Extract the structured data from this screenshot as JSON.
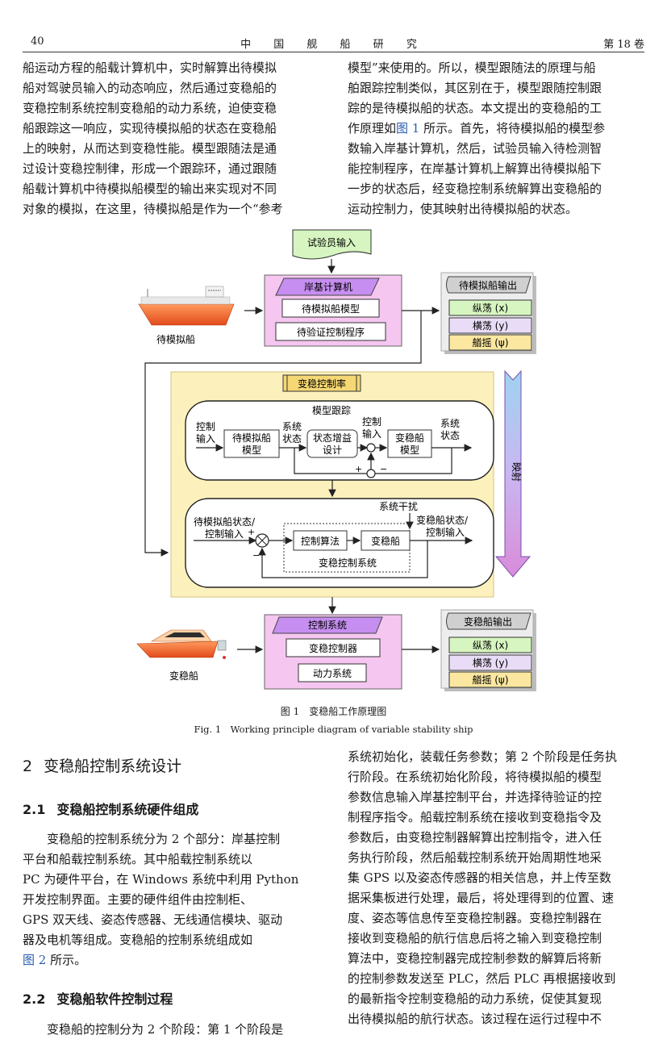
{
  "header": {
    "page": "40",
    "journal": "中 国 舰 船 研 究",
    "volume": "第 18 卷"
  },
  "top_left": [
    "船运动方程的船载计算机中，实时解算出待模拟",
    "船对驾驶员输入的动态响应，然后通过变稳船的",
    "变稳控制系统控制变稳船的动力系统，迫使变稳",
    "船跟踪这一响应，实现待模拟船的状态在变稳船",
    "上的映射，从而达到变稳性能。模型跟随法是通",
    "过设计变稳控制律，形成一个跟踪环，通过跟随",
    "船载计算机中待模拟船模型的输出来实现对不同",
    "对象的模拟，在这里，待模拟船是作为一个“参考"
  ],
  "top_right": {
    "l1": "模型”来使用的。所以，模型跟随法的原理与船",
    "l2": "舶跟踪控制类似，其区别在于，模型跟随控制跟",
    "l3": "踪的是待模拟船的状态。本文提出的变稳船的工",
    "l4a": "作原理如",
    "l4ref": "图 1",
    "l4b": " 所示。首先，将待模拟船的模型参",
    "l5": "数输入岸基计算机，然后，试验员输入待检测智",
    "l6": "能控制程序，在岸基计算机上解算出待模拟船下",
    "l7": "一步的状态后，经变稳控制系统解算出变稳船的",
    "l8": "运动控制力，使其映射出待模拟船的状态。"
  },
  "figure": {
    "tester_input": "试验员输入",
    "shore_computer": "岸基计算机",
    "sim_ship_model": "待模拟船模型",
    "test_program": "待验证控制程序",
    "sim_ship_label": "待模拟船",
    "sim_output_title": "待模拟船输出",
    "surge": "纵荡 (x)",
    "sway": "横荡 (y)",
    "yaw": "艏摇 (ψ)",
    "control_law": "变稳控制率",
    "model_tracking": "模型跟踪",
    "control_input_1": "控制",
    "control_input_2": "输入",
    "ms_model_1": "待模拟船",
    "ms_model_2": "模型",
    "sys_state_1": "系统",
    "sys_state_2": "状态",
    "gain_design_1": "状态增益",
    "gain_design_2": "设计",
    "ctrl_in_1": "控制",
    "ctrl_in_2": "输入",
    "vs_model_1": "变稳船",
    "vs_model_2": "模型",
    "out_state_1": "系统",
    "out_state_2": "状态",
    "plus": "+",
    "minus": "−",
    "disturbance": "系统干扰",
    "in_label_1": "待模拟船状态/",
    "in_label_2": "控制输入",
    "ctrl_algo": "控制算法",
    "vs_ship_box": "变稳船",
    "vs_out_1": "变稳船状态/",
    "vs_out_2": "控制输入",
    "vs_ctrl_sys": "变稳控制系统",
    "mapping": "映射",
    "ctrl_system": "控制系统",
    "vs_controller": "变稳控制器",
    "power_system": "动力系统",
    "vs_ship_label": "变稳船",
    "vs_output_title": "变稳船输出"
  },
  "caption_cn": "图 1　变稳船工作原理图",
  "caption_en": "Fig. 1　Working principle diagram of variable stability ship",
  "sec2": {
    "num": "2",
    "title": "变稳船控制系统设计"
  },
  "sec21": {
    "num": "2.1",
    "title": "变稳船控制系统硬件组成"
  },
  "sec22": {
    "num": "2.2",
    "title": "变稳船软件控制过程"
  },
  "para21": {
    "l1": "变稳船的控制系统分为 2 个部分：岸基控制",
    "l2": "平台和船载控制系统。其中船载控制系统以",
    "l3": "PC 为硬件平台，在 Windows 系统中利用 Python",
    "l4": "开发控制界面。主要的硬件组件由控制柜、",
    "l5": "GPS 双天线、姿态传感器、无线通信模块、驱动",
    "l6": "器及电机等组成。变稳船的控制系统组成如",
    "l7ref": "图 2",
    "l7b": " 所示。"
  },
  "para22": {
    "l1": "变稳船的控制分为 2 个阶段：第 1 个阶段是"
  },
  "bottom_right": [
    "系统初始化，装载任务参数；第 2 个阶段是任务执",
    "行阶段。在系统初始化阶段，将待模拟船的模型",
    "参数信息输入岸基控制平台，并选择待验证的控",
    "制程序指令。船载控制系统在接收到变稳指令及",
    "参数后，由变稳控制器解算出控制指令，进入任",
    "务执行阶段，然后船载控制系统开始周期性地采",
    "集 GPS 以及姿态传感器的相关信息，并上传至数",
    "据采集板进行处理，最后，将处理得到的位置、速",
    "度、姿态等信息传至变稳控制器。变稳控制器在",
    "接收到变稳船的航行信息后将之输入到变稳控制",
    "算法中，变稳控制器完成控制参数的解算后将新",
    "的控制参数发送至 PLC，然后 PLC 再根据接收到",
    "的最新指令控制变稳船的动力系统，促使其复现",
    "出待模拟船的航行状态。该过程在运行过程中不"
  ],
  "colors": {
    "pink": "#f5c6f0",
    "yellow": "#fcf1bd",
    "green": "#d6f5c0",
    "lavender": "#e9dcf7",
    "gold": "#fbe7a0",
    "gray": "#dcdcdc",
    "link": "#2a5db0"
  }
}
